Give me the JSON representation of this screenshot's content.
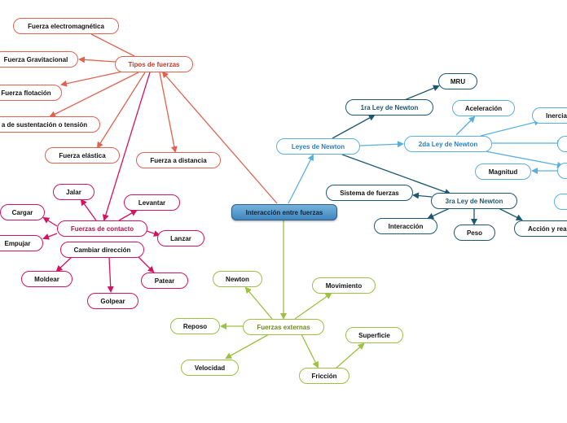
{
  "central": "Interacción entre fuerzas",
  "branches": {
    "tipos": {
      "title": "Tipos de fuerzas",
      "items": [
        "Fuerza electromagnética",
        "Fuerza Gravitacional",
        "Fuerza flotación",
        "a de sustentación o tensión",
        "Fuerza elástica",
        "Fuerza a distancia"
      ]
    },
    "contacto": {
      "title": "Fuerzas de contacto",
      "items": [
        "Jalar",
        "Levantar",
        "Cargar",
        "Empujar",
        "Lanzar",
        "Cambiar dirección",
        "Moldear",
        "Golpear",
        "Patear"
      ]
    },
    "leyes": {
      "title": "Leyes de Newton",
      "first": "1ra Ley de Newton",
      "mru": "MRU",
      "second": "2da Ley de Newton",
      "aceleracion": "Aceleración",
      "inercia": "Inercia",
      "magnitud": "Magnitud",
      "third": "3ra Ley de Newton",
      "sistema": "Sistema de fuerzas",
      "interaccion": "Interacción",
      "peso": "Peso",
      "accion": "Acción y rea"
    },
    "externas": {
      "title": "Fuerzas externas",
      "items": [
        "Newton",
        "Movimiento",
        "Reposo",
        "Superficie",
        "Velocidad",
        "Fricción"
      ]
    }
  },
  "colors": {
    "red": "#e06250",
    "magenta": "#d6115f",
    "blue": "#5ab0dd",
    "navy": "#1d5873",
    "lime": "#9cc040"
  }
}
